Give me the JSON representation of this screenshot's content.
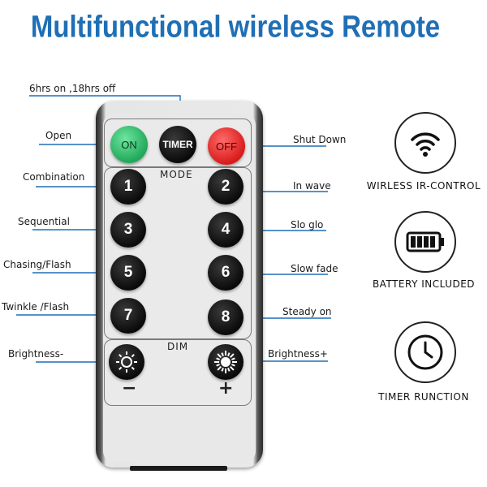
{
  "title": "Multifunctional wireless Remote",
  "labels": {
    "timer_note": "6hrs on ,18hrs off",
    "open": "Open",
    "shut_down": "Shut Down",
    "combination": "Combination",
    "in_wave": "In wave",
    "sequential": "Sequential",
    "slo_glo": "Slo glo",
    "chasing_flash": "Chasing/Flash",
    "slow_fade": "Slow fade",
    "twinkle_flash": "Twinkle /Flash",
    "steady_on": "Steady on",
    "brightness_minus": "Brightness-",
    "brightness_plus": "Brightness+"
  },
  "remote": {
    "on_label": "ON",
    "timer_label": "TIMER",
    "off_label": "OFF",
    "mode_label": "MODE",
    "dim_label": "DIM",
    "minus_sign": "−",
    "plus_sign": "+",
    "buttons": [
      "1",
      "2",
      "3",
      "4",
      "5",
      "6",
      "7",
      "8"
    ],
    "colors": {
      "on": "#22a85a",
      "off": "#d81c1c",
      "timer": "#0a0a0a"
    }
  },
  "features": [
    {
      "label": "WIRLESS IR-CONTROL",
      "icon": "wifi-icon"
    },
    {
      "label": "BATTERY INCLUDED",
      "icon": "battery-icon"
    },
    {
      "label": "TIMER RUNCTION",
      "icon": "clock-icon"
    }
  ],
  "colors": {
    "title": "#1f6fb5",
    "leader_lines": "#1f6fb5"
  }
}
